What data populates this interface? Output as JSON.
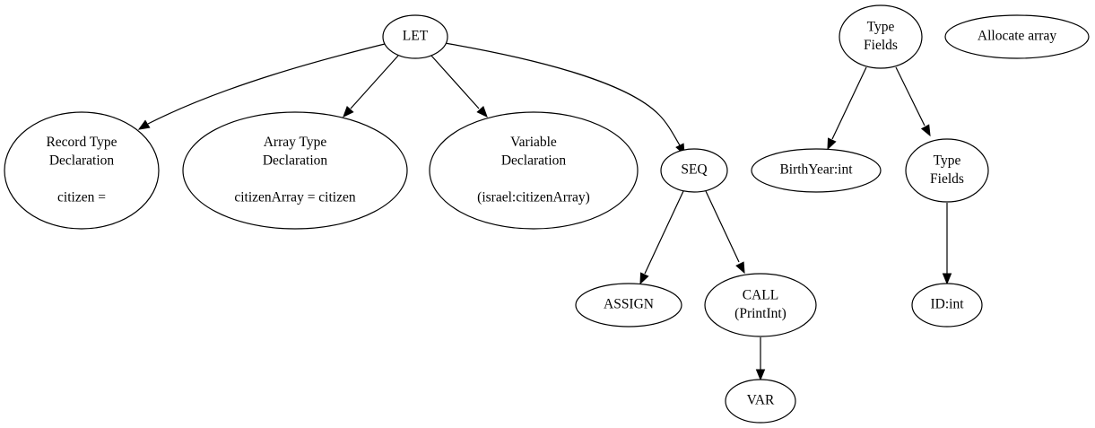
{
  "nodes": {
    "let": {
      "lines": [
        "LET"
      ]
    },
    "record_type_decl": {
      "lines": [
        "Record Type",
        "Declaration",
        "",
        "citizen ="
      ]
    },
    "array_type_decl": {
      "lines": [
        "Array Type",
        "Declaration",
        "",
        "citizenArray = citizen"
      ]
    },
    "variable_decl": {
      "lines": [
        "Variable",
        "Declaration",
        "",
        "(israel:citizenArray)"
      ]
    },
    "seq": {
      "lines": [
        "SEQ"
      ]
    },
    "assign": {
      "lines": [
        "ASSIGN"
      ]
    },
    "call": {
      "lines": [
        "CALL",
        "(PrintInt)"
      ]
    },
    "var": {
      "lines": [
        "VAR"
      ]
    },
    "type_fields_1": {
      "lines": [
        "Type",
        "Fields"
      ]
    },
    "birth_year": {
      "lines": [
        "BirthYear:int"
      ]
    },
    "type_fields_2": {
      "lines": [
        "Type",
        "Fields"
      ]
    },
    "id_int": {
      "lines": [
        "ID:int"
      ]
    },
    "allocate_array": {
      "lines": [
        "Allocate array"
      ]
    }
  },
  "edges": [
    {
      "from": "let",
      "to": "record_type_decl"
    },
    {
      "from": "let",
      "to": "array_type_decl"
    },
    {
      "from": "let",
      "to": "variable_decl"
    },
    {
      "from": "let",
      "to": "seq"
    },
    {
      "from": "seq",
      "to": "assign"
    },
    {
      "from": "seq",
      "to": "call"
    },
    {
      "from": "call",
      "to": "var"
    },
    {
      "from": "type_fields_1",
      "to": "birth_year"
    },
    {
      "from": "type_fields_1",
      "to": "type_fields_2"
    },
    {
      "from": "type_fields_2",
      "to": "id_int"
    }
  ]
}
